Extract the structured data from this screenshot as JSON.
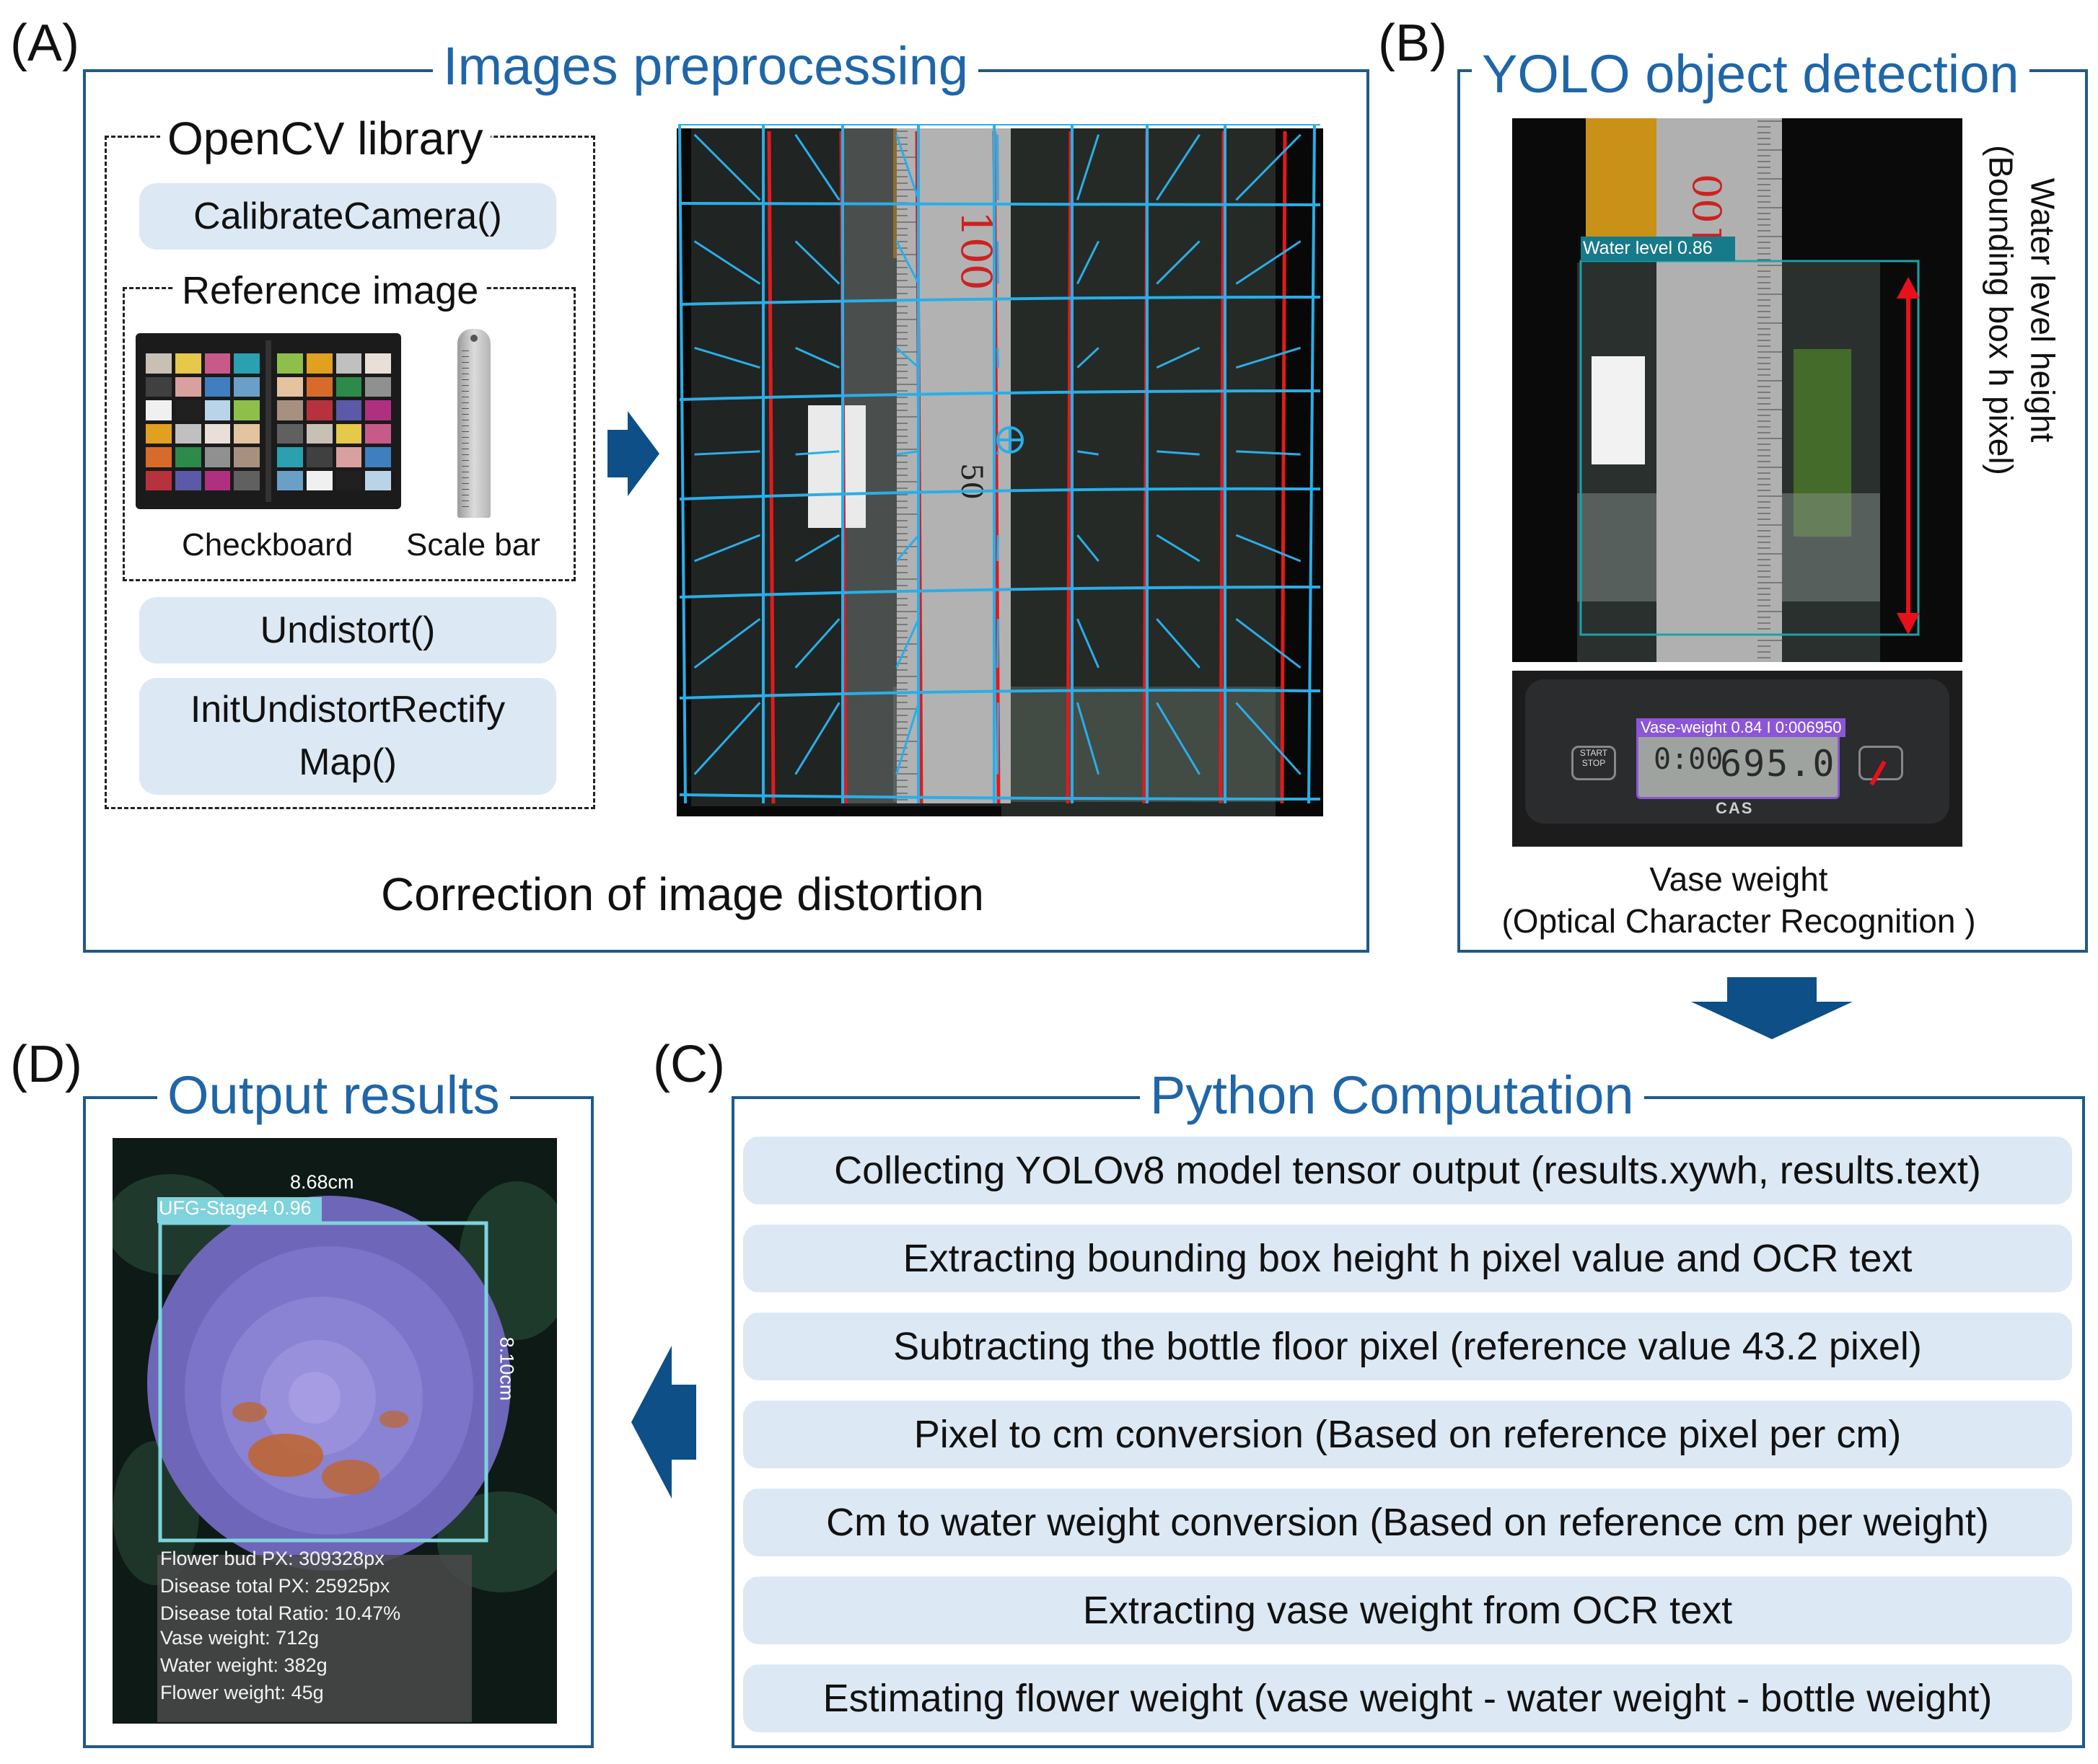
{
  "panels": {
    "a": {
      "letter": "(A)",
      "title": "Images preprocessing",
      "library_title": "OpenCV library",
      "functions": [
        "CalibrateCamera()",
        "Undistort()",
        "InitUndistortRectify\nMap()"
      ],
      "reference_title": "Reference image",
      "checkboard_label": "Checkboard",
      "scalebar_label": "Scale bar",
      "caption": "Correction of image distortion"
    },
    "b": {
      "letter": "(B)",
      "title": "YOLO object detection",
      "detection_label": "Water level 0.86",
      "side_label": "Water level height",
      "side_label_sub": "(Bounding box h pixel)",
      "scale_detection": "Vase-weight 0.84 I 0:006950",
      "scale_display": "695.0",
      "scale_brand": "CAS",
      "caption": "Vase weight",
      "caption_sub": "(Optical Character Recognition )"
    },
    "c": {
      "letter": "(C)",
      "title": "Python Computation",
      "steps": [
        "Collecting YOLOv8 model tensor output (results.xywh, results.text)",
        "Extracting bounding box height h pixel value and OCR text",
        "Subtracting the bottle floor pixel (reference value 43.2 pixel)",
        "Pixel to cm conversion (Based on reference pixel per cm)",
        "Cm to water weight conversion (Based on reference cm per weight)",
        "Extracting vase weight from OCR text",
        "Estimating flower weight (vase weight - water weight - bottle weight)"
      ]
    },
    "d": {
      "letter": "(D)",
      "title": "Output results",
      "detection_label": "UFG-Stage4 0.96",
      "width_label": "8.68cm",
      "height_label": "8.10cm",
      "stats": [
        "Flower bud PX: 309328px",
        "Disease total PX: 25925px",
        "Disease total Ratio: 10.47%",
        "Vase weight: 712g",
        "Water weight: 382g",
        "Flower weight: 45g"
      ]
    }
  },
  "colors": {
    "accent": "#1f66a8",
    "border": "#1f5a8a",
    "arrow": "#0d4f86",
    "pill": "#dce8f3",
    "grid": "#29aee8",
    "grid_red": "#e01b1b"
  }
}
